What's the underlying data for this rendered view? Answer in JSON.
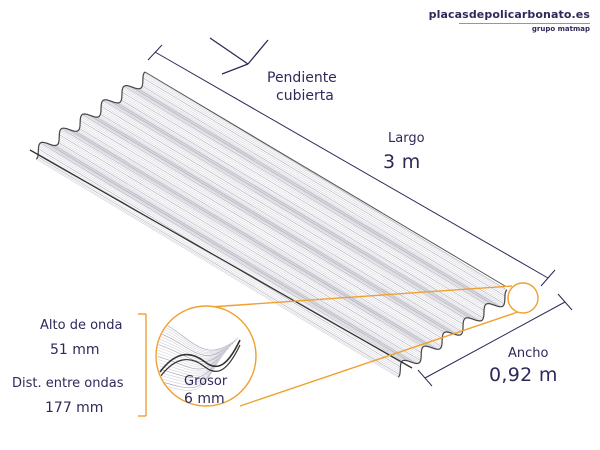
{
  "brand": {
    "name": "placasdepolicarbonato.es",
    "sub": "grupo matmap"
  },
  "labels": {
    "slope": [
      "Pendiente",
      "cubierta"
    ],
    "length_label": "Largo",
    "length_value": "3 m",
    "width_label": "Ancho",
    "width_value": "0,92 m",
    "wave_height_label": "Alto de onda",
    "wave_height_value": "51 mm",
    "wave_distance_label": "Dist. entre ondas",
    "wave_distance_value": "177 mm",
    "thickness_label": "Grosor",
    "thickness_value": "6 mm"
  },
  "colors": {
    "text": "#2d2a5a",
    "accent": "#f0a030",
    "sheet_line": "#b8b8c4",
    "outline": "#444444"
  }
}
